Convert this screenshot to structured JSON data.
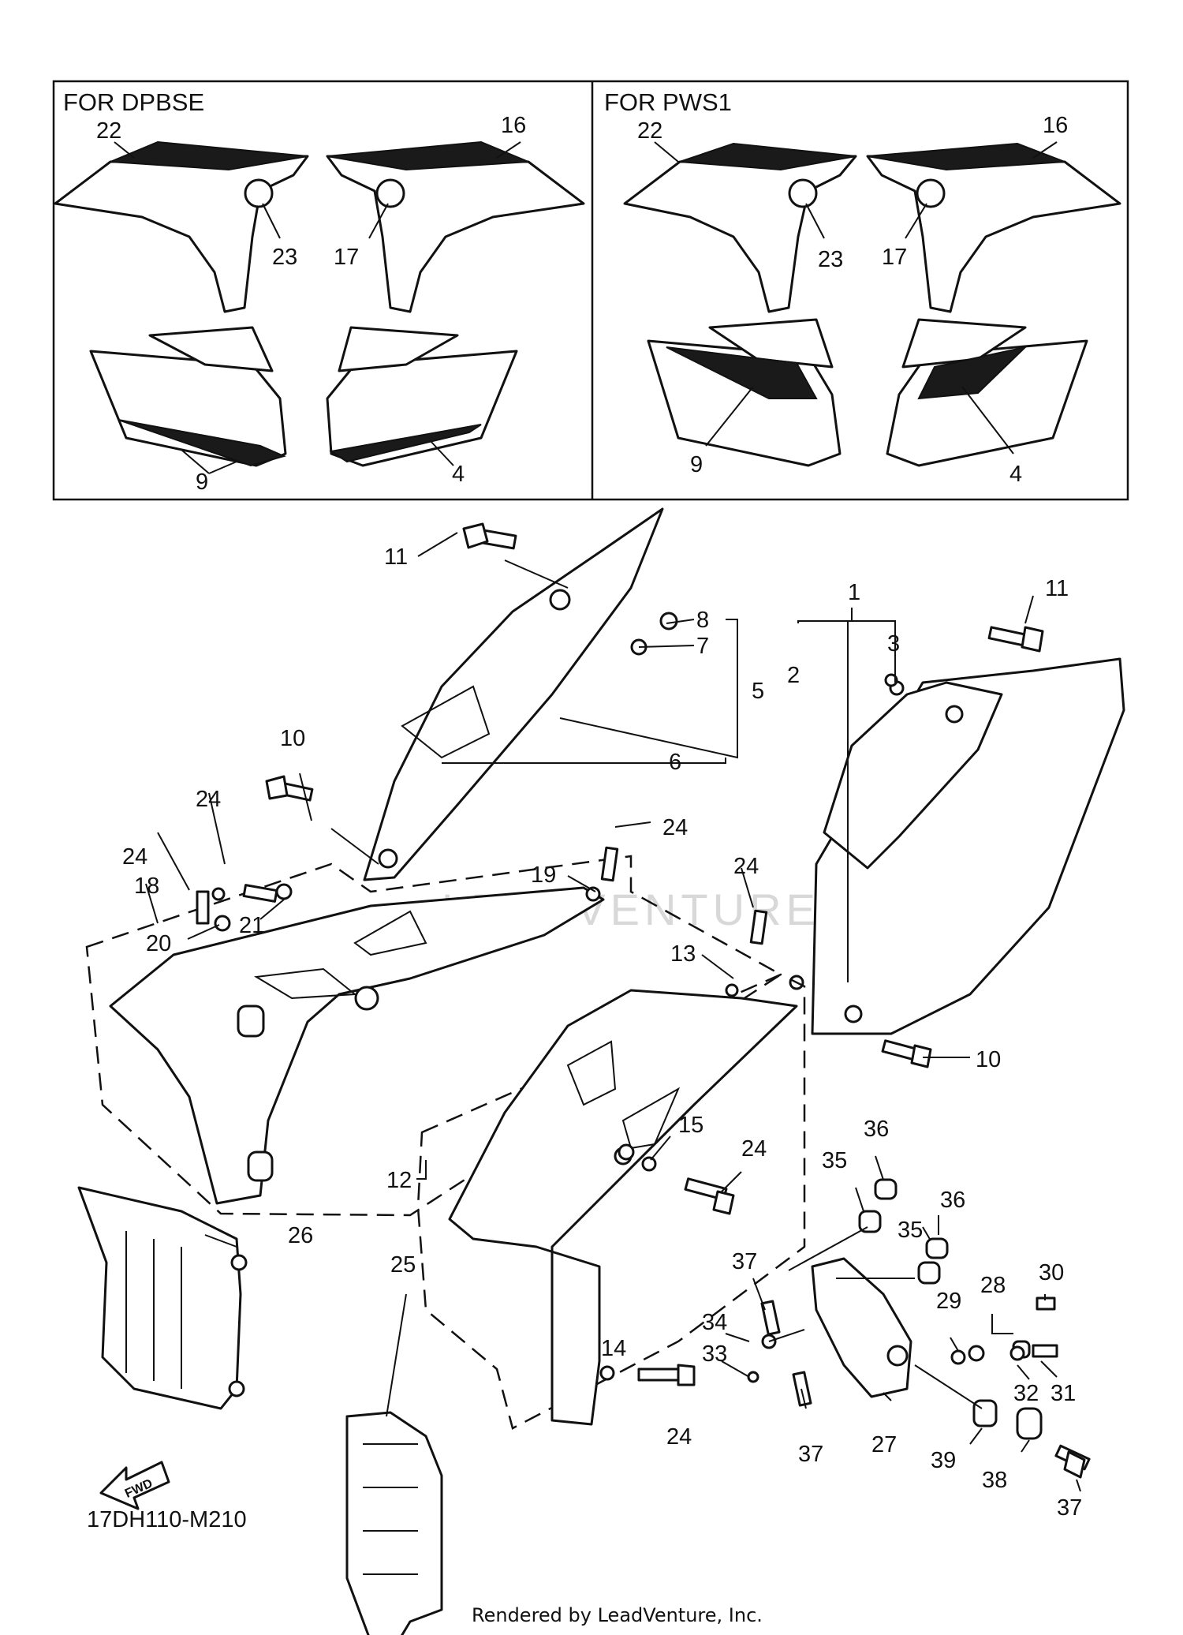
{
  "insets": [
    {
      "title": "FOR DPBSE",
      "labels": {
        "shroud_left": "22",
        "shroud_right": "16",
        "emblem_left": "23",
        "emblem_right": "17",
        "side_left": "9",
        "side_right": "4"
      }
    },
    {
      "title": "FOR PWS1",
      "labels": {
        "shroud_left": "22",
        "shroud_right": "16",
        "emblem_left": "23",
        "emblem_right": "17",
        "side_left": "9",
        "side_right": "4"
      }
    }
  ],
  "callouts": {
    "c1": "1",
    "c2": "2",
    "c3": "3",
    "c5": "5",
    "c6": "6",
    "c7": "7",
    "c8": "8",
    "c10a": "10",
    "c10b": "10",
    "c11a": "11",
    "c11b": "11",
    "c12": "12",
    "c13": "13",
    "c14": "14",
    "c15": "15",
    "c18": "18",
    "c19": "19",
    "c20": "20",
    "c21": "21",
    "c24a": "24",
    "c24b": "24",
    "c24c": "24",
    "c24d": "24",
    "c24e": "24",
    "c24f": "24",
    "c25": "25",
    "c26": "26",
    "c27": "27",
    "c28": "28",
    "c29": "29",
    "c30": "30",
    "c31": "31",
    "c32": "32",
    "c33": "33",
    "c34": "34",
    "c35a": "35",
    "c35b": "35",
    "c36a": "36",
    "c36b": "36",
    "c37a": "37",
    "c37b": "37",
    "c37c": "37",
    "c38": "38",
    "c39": "39"
  },
  "fwd_label": "FWD",
  "diagram_code": "17DH110-M210",
  "watermark": "LEADVENTURE",
  "footer": "Rendered by LeadVenture, Inc."
}
